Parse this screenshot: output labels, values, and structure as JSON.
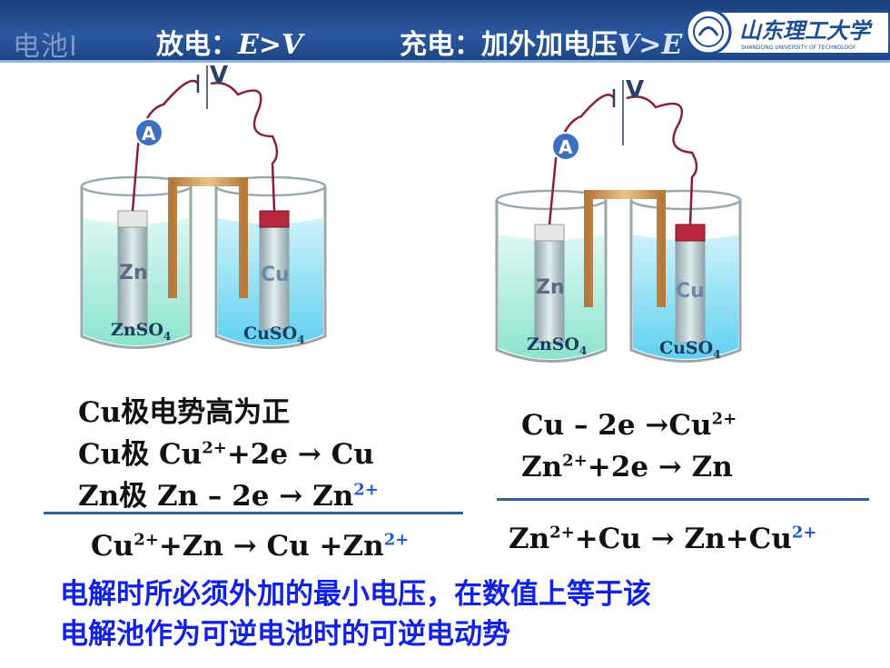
{
  "header": {
    "section": "电池Ⅰ",
    "discharge": "放电：",
    "discharge_cond": "E>V",
    "charge": "充电：加外加电压",
    "charge_cond": "V>E",
    "logo_text": "山东理工大学",
    "logo_sub": "SHANDONG UNIVERSITY OF TECHNOLOGY"
  },
  "left_cell": {
    "ammeter": "A",
    "voltmeter": "V",
    "anode": "Zn",
    "cathode": "Cu",
    "anode_solution": "ZnSO",
    "cathode_solution": "CuSO",
    "subscript": "4"
  },
  "right_cell": {
    "ammeter": "A",
    "voltmeter": "V",
    "anode": "Zn",
    "cathode": "Cu",
    "anode_solution": "ZnSO",
    "cathode_solution": "CuSO",
    "subscript": "4"
  },
  "left_text": {
    "line1": "Cu极电势高为正",
    "line2_a": "Cu极 Cu",
    "line2_sup": "2+",
    "line2_b": "+2e → Cu",
    "line3_a": "Zn极 Zn – 2e → Zn",
    "line3_sup": "2+",
    "overall_a": "Cu",
    "overall_sup1": "2+",
    "overall_b": "+Zn → Cu +Zn",
    "overall_sup2": "2+"
  },
  "right_text": {
    "line1_a": "Cu – 2e →Cu",
    "line1_sup": "2+",
    "line2_a": "Zn",
    "line2_sup": "2+",
    "line2_b": "+2e → Zn",
    "overall_a": "Zn",
    "overall_sup1": "2+",
    "overall_b": "+Cu → Zn+Cu",
    "overall_sup2": "2+"
  },
  "note": {
    "line1": "电解时所必须外加的最小电压，在数值上等于该",
    "line2": "电解池作为可逆电池时的可逆电动势"
  },
  "colors": {
    "header": "#2a58a0",
    "note": "#1320e6",
    "rule": "#2e5e9b",
    "zn_solution": "#8fe6d4",
    "cu_solution": "#6fd6f2",
    "wire": "#8a1f3c"
  }
}
